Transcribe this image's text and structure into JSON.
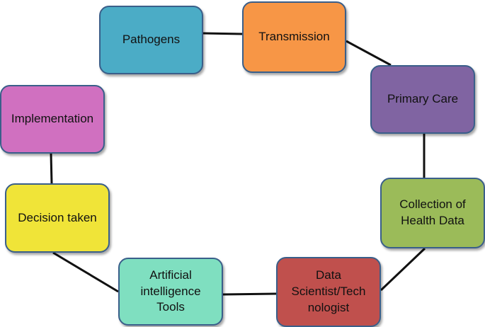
{
  "diagram": {
    "type": "cycle",
    "nodes": [
      {
        "id": "pathogens",
        "label": "Pathogens",
        "color": "#4bacc6"
      },
      {
        "id": "transmission",
        "label": "Transmission",
        "color": "#f79646"
      },
      {
        "id": "primary_care",
        "label": "Primary Care",
        "color": "#8064a2"
      },
      {
        "id": "collection",
        "label": "Collection of\nHealth Data",
        "color": "#9bbb59"
      },
      {
        "id": "scientist",
        "label": "Data\nScientist/Tech\nnologist",
        "color": "#c0504d"
      },
      {
        "id": "ai_tools",
        "label": "Artificial\nintelligence\nTools",
        "color": "#7fdfc0"
      },
      {
        "id": "decision",
        "label": "Decision taken",
        "color": "#f0e438"
      },
      {
        "id": "implementation",
        "label": "Implementation",
        "color": "#d070c0"
      }
    ],
    "edges": [
      [
        "pathogens",
        "transmission"
      ],
      [
        "transmission",
        "primary_care"
      ],
      [
        "primary_care",
        "collection"
      ],
      [
        "collection",
        "scientist"
      ],
      [
        "scientist",
        "ai_tools"
      ],
      [
        "ai_tools",
        "decision"
      ],
      [
        "decision",
        "implementation"
      ]
    ],
    "border_color": "#3a5f8a",
    "line_color": "#111111"
  }
}
